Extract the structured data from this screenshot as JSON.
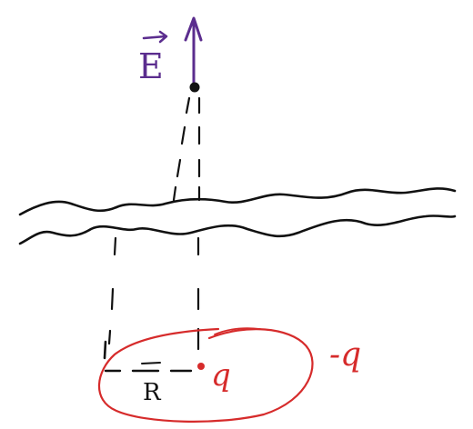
{
  "labels": {
    "field": "E",
    "radius": "R",
    "charge": "q",
    "induced_charge": "-q"
  },
  "colors": {
    "background": "#ffffff",
    "ink": "#111111",
    "field": "#5b2d8e",
    "charge": "#d62b2b"
  },
  "icons": {
    "field_arrow": "arrow-up-icon",
    "field_vector_bar": "vector-arrow-icon",
    "observation_point": "dot-icon",
    "charge_point": "dot-icon"
  }
}
